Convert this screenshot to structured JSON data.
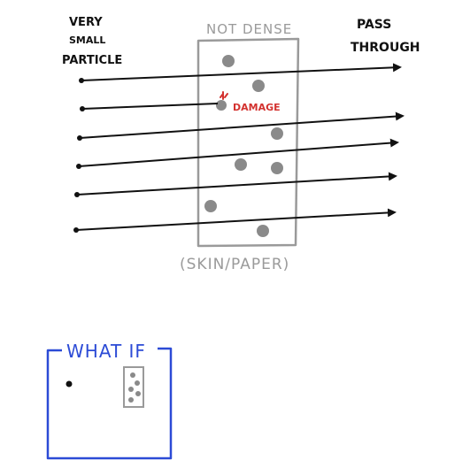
{
  "labels": {
    "particle_line1": "VERY",
    "particle_line2": "SMALL",
    "particle_line3": "PARTICLE",
    "material_top": "NOT DENSE",
    "material_bottom": "(SKIN/PAPER)",
    "pass_line1": "PASS",
    "pass_line2": "THROUGH",
    "damage": "DAMAGE",
    "inset_title": "WHAT IF"
  },
  "colors": {
    "ink": "#111111",
    "material": "#9a9a9a",
    "atom": "#8a8a8a",
    "damage": "#d3322f",
    "inset": "#2c4bd6"
  }
}
